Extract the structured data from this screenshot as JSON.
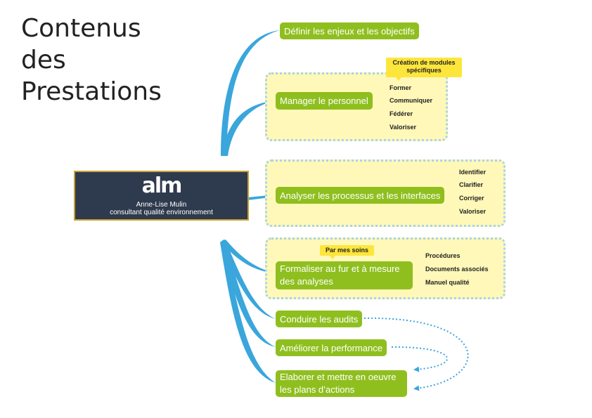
{
  "title_lines": [
    "Contenus",
    "des",
    "Prestations"
  ],
  "central": {
    "logo": "alm",
    "name": "Anne-Lise Mulin",
    "subtitle": "consultant qualité environnement"
  },
  "branches": {
    "b1": "Définir les enjeux et les objectifs",
    "b2": "Manager le personnel",
    "b3": "Analyser les processus et les interfaces",
    "b4_line1": "Formaliser au fur et à mesure",
    "b4_line2": "des analyses",
    "b5": "Conduire les audits",
    "b6": "Améliorer la performance",
    "b7_line1": "Elaborer et mettre en oeuvre",
    "b7_line2": "les plans d’actions"
  },
  "notes": {
    "modules_line1": "Création de modules",
    "modules_line2": "spécifiques",
    "soins": "Par mes soins"
  },
  "leaves": {
    "manager": [
      "Former",
      "Communiquer",
      "Fédérer",
      "Valoriser"
    ],
    "analyser": [
      "Identifier",
      "Clarifier",
      "Corriger",
      "Valoriser"
    ],
    "formaliser": [
      "Procédures",
      "Documents associés",
      "Manuel qualité"
    ]
  },
  "colors": {
    "branch_green": "#8fbf1f",
    "connector_blue": "#3aa6dc",
    "zone_fill": "#fff8b8",
    "note_yellow": "#fde63c",
    "central_fill": "#2e3a4d"
  }
}
